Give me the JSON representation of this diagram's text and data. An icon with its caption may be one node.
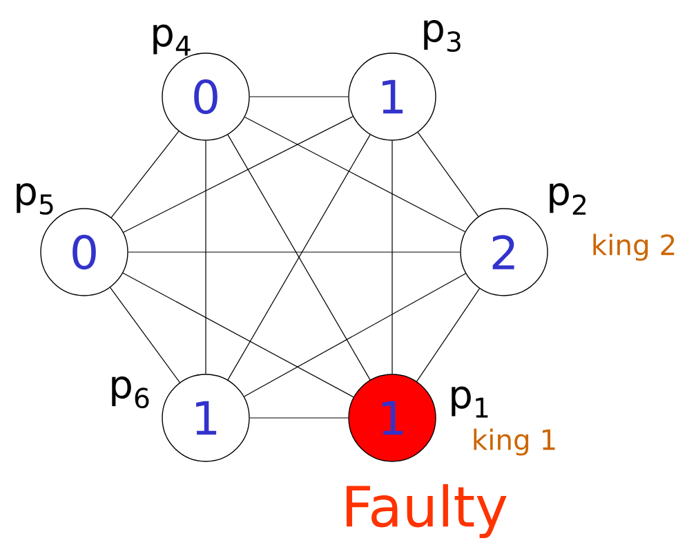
{
  "diagram": {
    "nodes": [
      {
        "text": [
          "0"
        ],
        "beside": [
          "p$_{4}$"
        ]
      },
      {
        "text": [
          "1"
        ],
        "beside": [
          "p$_{3}$"
        ]
      },
      {
        "text": [
          "0"
        ],
        "beside": [
          "p$_{5}$"
        ]
      },
      {
        "text": [
          "2"
        ],
        "beside": [
          "p$_{2}$",
          "king 2"
        ]
      },
      {
        "text": [
          "1"
        ],
        "beside": [
          "p$_{6}$"
        ]
      },
      {
        "text": [
          "1"
        ],
        "beside": [
          "p$_{1}$",
          "king 1",
          "Faulty"
        ]
      }
    ],
    "edges": [
      {
        "from": 0,
        "to": 1,
        "arrow": "none"
      },
      {
        "from": 0,
        "to": 2,
        "arrow": "none"
      },
      {
        "from": 0,
        "to": 3,
        "arrow": "none"
      },
      {
        "from": 0,
        "to": 4,
        "arrow": "none"
      },
      {
        "from": 0,
        "to": 5,
        "arrow": "none"
      },
      {
        "from": 1,
        "to": 2,
        "arrow": "none"
      },
      {
        "from": 1,
        "to": 3,
        "arrow": "none"
      },
      {
        "from": 1,
        "to": 4,
        "arrow": "none"
      },
      {
        "from": 1,
        "to": 5,
        "arrow": "none"
      },
      {
        "from": 2,
        "to": 3,
        "arrow": "none"
      },
      {
        "from": 2,
        "to": 4,
        "arrow": "none"
      },
      {
        "from": 2,
        "to": 5,
        "arrow": "none"
      },
      {
        "from": 3,
        "to": 4,
        "arrow": "none"
      },
      {
        "from": 3,
        "to": 5,
        "arrow": "none"
      },
      {
        "from": 4,
        "to": 5,
        "arrow": "none"
      }
    ]
  }
}
